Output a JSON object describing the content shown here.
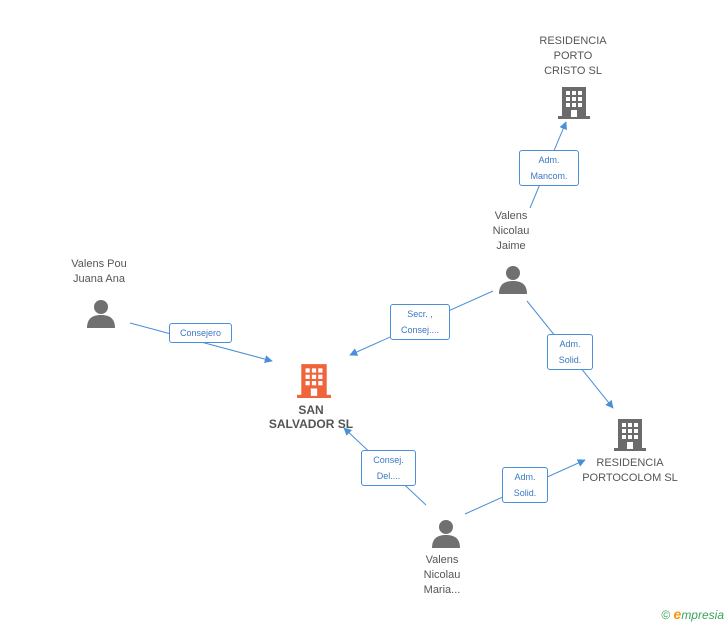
{
  "nodes": {
    "residencia_porto_cristo": {
      "label": "RESIDENCIA\nPORTO\nCRISTO SL",
      "kind": "company"
    },
    "valens_nicolau_jaime": {
      "label": "Valens\nNicolau\nJaime",
      "kind": "person"
    },
    "valens_pou_juana_ana": {
      "label": "Valens Pou\nJuana Ana",
      "kind": "person"
    },
    "san_salvador": {
      "label": "SAN\nSALVADOR SL",
      "kind": "company-main"
    },
    "residencia_portocolom": {
      "label": "RESIDENCIA\nPORTOCOLOM SL",
      "kind": "company"
    },
    "valens_nicolau_maria": {
      "label": "Valens\nNicolau\nMaria...",
      "kind": "person"
    }
  },
  "edges": {
    "adm_mancom": "Adm.\nMancom.",
    "secr_consej": "Secr. ,\nConsej....",
    "consejero": "Consejero",
    "adm_solid_1": "Adm.\nSolid.",
    "consej_del": "Consej.\nDel....",
    "adm_solid_2": "Adm.\nSolid."
  },
  "colors": {
    "edge": "#4a8fd8",
    "company_icon": "#6b6b6b",
    "main_company_icon": "#f0643c",
    "person_icon": "#707070"
  },
  "footer": {
    "copyright": "©",
    "brand_initial": "e",
    "brand_rest": "mpresia"
  }
}
